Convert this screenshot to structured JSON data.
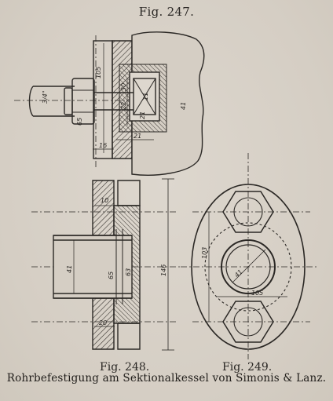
{
  "figures": {
    "top_label": "Fig. 247.",
    "fig248_label": "Fig. 248.",
    "fig249_label": "Fig. 249."
  },
  "caption": "Rohrbefestigung am Sektionalkessel von Simonis & Lanz.",
  "dimensions": {
    "fig247": {
      "d1": "105",
      "d2": "3/4\"",
      "d3": "22",
      "d4": "30",
      "d5": "41",
      "d6": "65",
      "d7": "16",
      "d8": "11",
      "d9": "21",
      "d10": "21"
    },
    "fig248": {
      "d1": "10",
      "d2": "146",
      "d3": "41",
      "d4": "65",
      "d5": "63",
      "d6": "20"
    },
    "fig249": {
      "d1": "103",
      "d2": "41",
      "d3": "105"
    }
  },
  "colors": {
    "paper": "#d9d3c9",
    "ink": "#2a2724"
  }
}
